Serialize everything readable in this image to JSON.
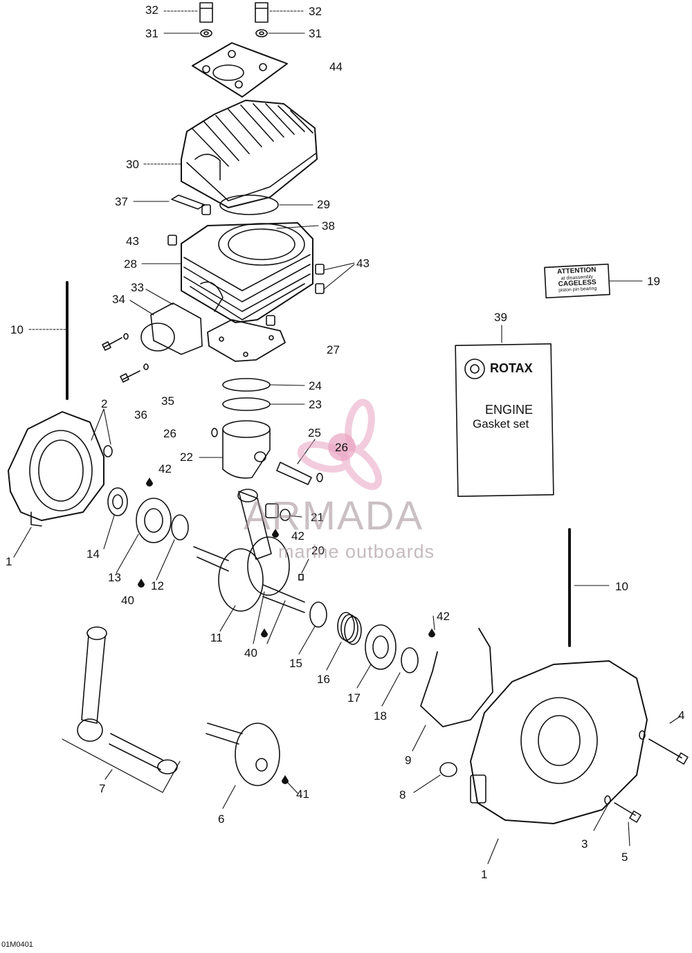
{
  "diagram_code": "01M0401",
  "callouts": [
    "1",
    "1",
    "2",
    "3",
    "4",
    "5",
    "6",
    "7",
    "8",
    "9",
    "10",
    "10",
    "11",
    "12",
    "13",
    "14",
    "15",
    "16",
    "17",
    "18",
    "19",
    "20",
    "21",
    "22",
    "23",
    "24",
    "25",
    "26",
    "26",
    "27",
    "28",
    "29",
    "30",
    "31",
    "31",
    "32",
    "32",
    "33",
    "34",
    "35",
    "36",
    "37",
    "38",
    "39",
    "40",
    "40",
    "41",
    "42",
    "42",
    "42",
    "43",
    "43",
    "44"
  ],
  "gasket_box": {
    "brand": "ROTAX",
    "line1": "ENGINE",
    "line2": "Gasket set"
  },
  "attention_tag": {
    "line1": "ATTENTION",
    "line2": "at disassembly",
    "line3": "CAGELESS",
    "line4": "piston pin bearing"
  },
  "watermark": {
    "brand": "ARMADA",
    "tagline": "marine outboards",
    "color": "#e9a3c2"
  }
}
